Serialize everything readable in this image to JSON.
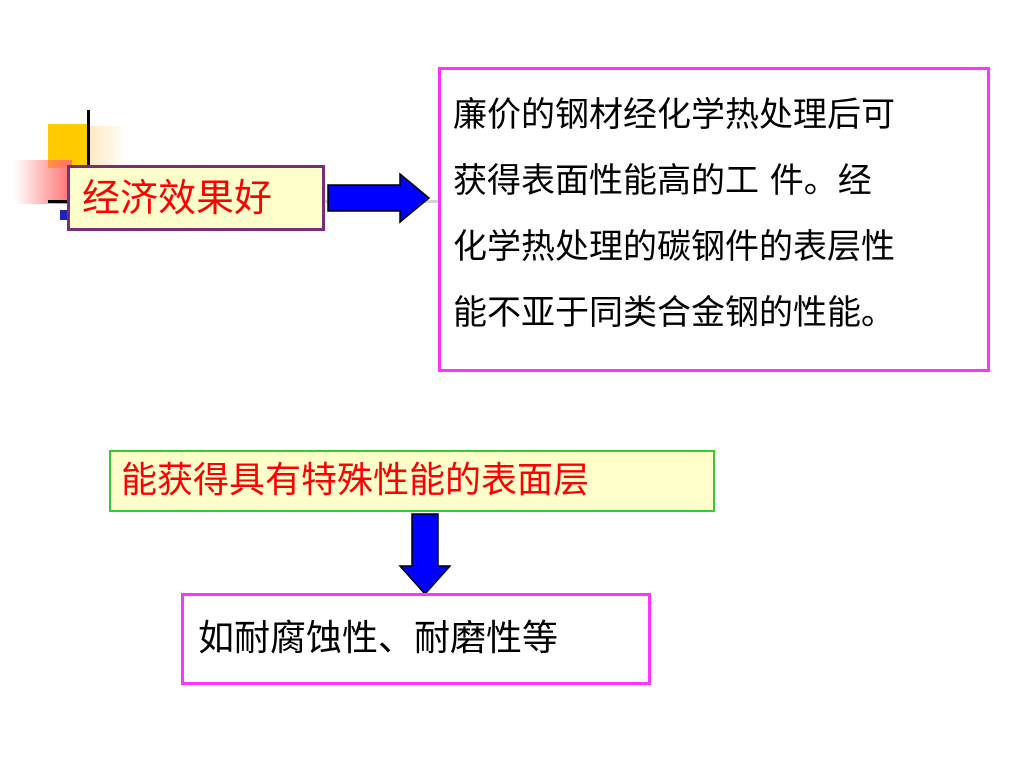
{
  "slide": {
    "economic_box": {
      "text": "经济效果好"
    },
    "description_box": {
      "lines": [
        "廉价的钢材经化学热处理后可",
        "获得表面性能高的工 件。经",
        "化学热处理的碳钢件的表层性",
        "能不亚于同类合金钢的性能。"
      ]
    },
    "special_box": {
      "text": "能获得具有特殊性能的表面层"
    },
    "example_box": {
      "text": "如耐腐蚀性、耐磨性等"
    },
    "colors": {
      "arrow_fill": "#0000ff",
      "highlight_text": "#ff0000",
      "box_fill": "#ffffcc",
      "magenta_border": "#ff33ff",
      "green_border": "#33cc33"
    }
  }
}
